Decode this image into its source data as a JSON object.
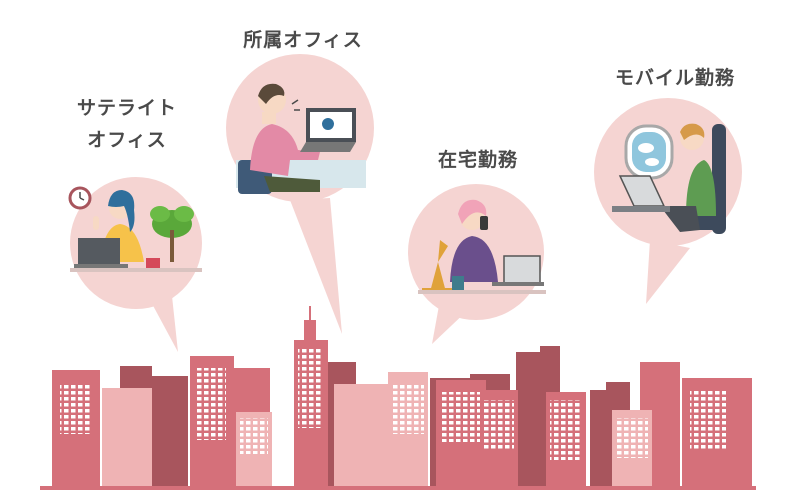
{
  "labels": {
    "satellite_line1": "サテライト",
    "satellite_line2": "オフィス",
    "home_office": "所属オフィス",
    "remote": "在宅勤務",
    "mobile": "モバイル勤務"
  },
  "colors": {
    "bubble": "#f5d4d2",
    "building_dark": "#a8555d",
    "building_mid": "#d5707a",
    "building_light": "#efb3b4",
    "window": "#ffffff",
    "text": "#4a4a4a"
  },
  "icons": [
    "clock-icon",
    "plant-icon",
    "mug-icon",
    "laptop-icon",
    "lamp-icon",
    "phone-icon",
    "airplane-window-icon",
    "cloud-icon",
    "seat-icon"
  ]
}
